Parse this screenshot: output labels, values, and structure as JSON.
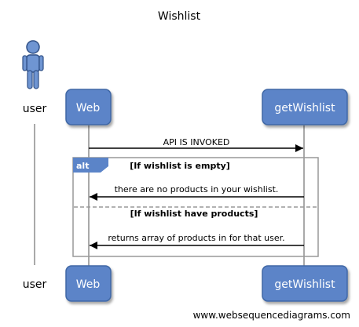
{
  "diagram": {
    "title": "Wishlist",
    "actor": {
      "label": "user"
    },
    "participants": [
      {
        "label": "Web"
      },
      {
        "label": "getWishlist"
      }
    ],
    "messages": [
      {
        "text": "API IS INVOKED",
        "direction": "right"
      },
      {
        "text": "there are no products in your wishlist.",
        "direction": "left"
      },
      {
        "text": "returns array of products in for that user.",
        "direction": "left"
      }
    ],
    "alt_block": {
      "tag": "alt",
      "condition_1": "[If wishlist is empty]",
      "condition_2": "[If wishlist have products]"
    },
    "footer": "www.websequencediagrams.com"
  },
  "colors": {
    "participant_fill": "#5b84c8",
    "participant_border": "#4167a5",
    "lifeline": "#a9a9a9",
    "alt_border": "#999999",
    "actor_fill": "#6f95d2",
    "text": "#000000"
  },
  "icons": {
    "actor": "person-icon"
  }
}
